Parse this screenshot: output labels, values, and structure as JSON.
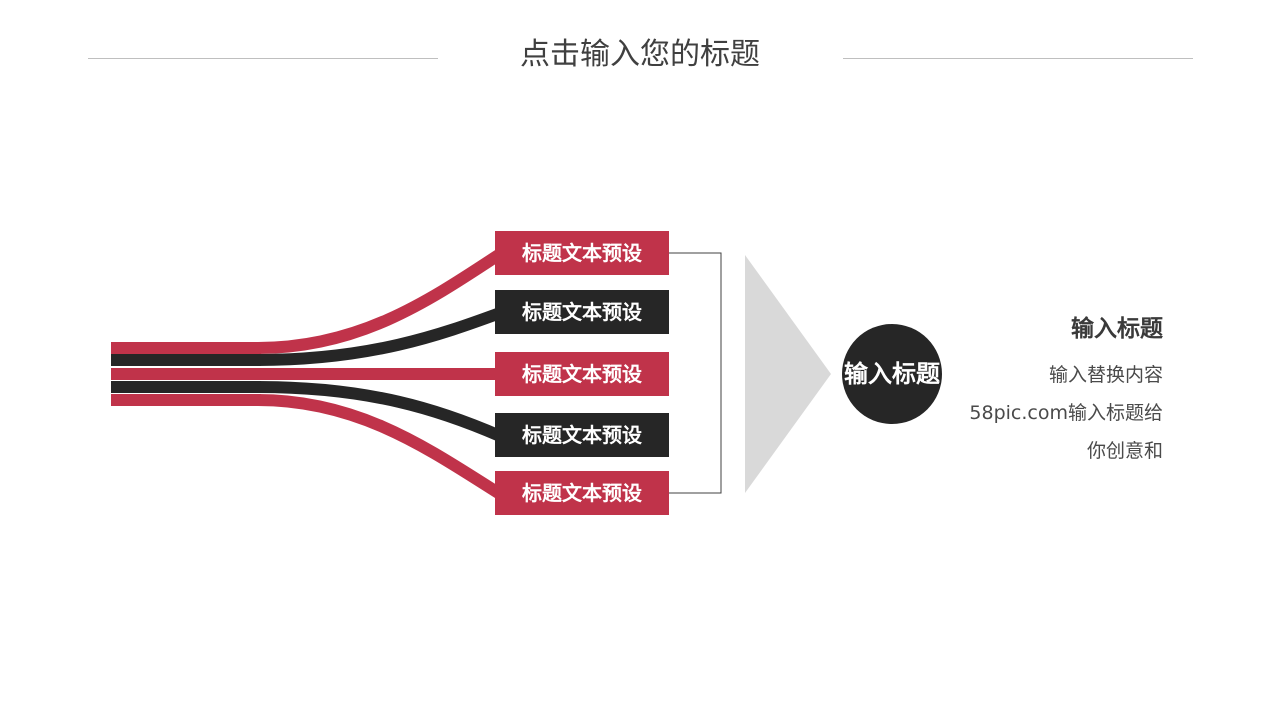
{
  "title": "点击输入您的标题",
  "boxes": [
    {
      "label": "标题文本预设",
      "color": "#c0334a"
    },
    {
      "label": "标题文本预设",
      "color": "#262626"
    },
    {
      "label": "标题文本预设",
      "color": "#c0334a"
    },
    {
      "label": "标题文本预设",
      "color": "#262626"
    },
    {
      "label": "标题文本预设",
      "color": "#c0334a"
    }
  ],
  "circle_label": "输入标题",
  "side": {
    "heading": "输入标题",
    "lines": [
      "输入替换内容",
      "58pic.com输入标题给",
      "你创意和"
    ]
  },
  "colors": {
    "red": "#c0334a",
    "dark": "#262626",
    "arrow": "#d9d9d9",
    "rule": "#bfbfbf"
  }
}
